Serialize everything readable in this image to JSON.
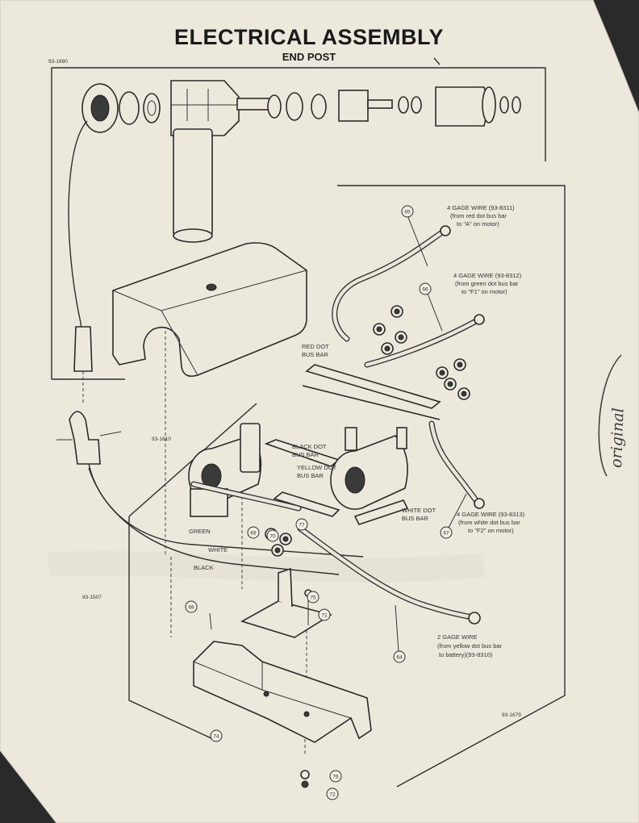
{
  "title": "ELECTRICAL ASSEMBLY",
  "subtitle": "END POST",
  "part_numbers": {
    "end_post": "93-1880",
    "cover": "93-1610",
    "base": "93-1507",
    "box": "93-1679"
  },
  "callouts": {
    "wire_a": {
      "number": "65",
      "line1": "4 GAGE WIRE (93-8311)",
      "line2": "(from red dot bus bar",
      "line3": "to \"A\" on motor)"
    },
    "wire_f1": {
      "number": "66",
      "line1": "4 GAGE WIRE (93-8312)",
      "line2": "(from green dot bus bar",
      "line3": "to \"F1\" on motor)"
    },
    "wire_f2": {
      "number": "67",
      "line1": "4 GAGE WIRE (93-8313)",
      "line2": "(from white dot bus bar",
      "line3": "to \"F2\" on motor)"
    },
    "wire_battery": {
      "number": "64",
      "line1": "2 GAGE WIRE",
      "line2": "(from yellow dot bus bar",
      "line3": "to battery)(93-8310)"
    }
  },
  "bus_bars": {
    "red": [
      "RED DOT",
      "BUS BAR"
    ],
    "black": [
      "BLACK DOT",
      "BUS BAR"
    ],
    "yellow": [
      "YELLOW DOT",
      "BUS BAR"
    ],
    "white": [
      "WHITE DOT",
      "BUS BAR"
    ]
  },
  "wire_colors": {
    "green": "GREEN",
    "white": "WHITE",
    "black": "BLACK"
  },
  "small_callouts": [
    "68",
    "69",
    "70",
    "71",
    "72",
    "74",
    "75",
    "76",
    "77"
  ],
  "handwritten_note": "original",
  "colors": {
    "paper": "#ede8dc",
    "ink": "#2b2b2b"
  }
}
